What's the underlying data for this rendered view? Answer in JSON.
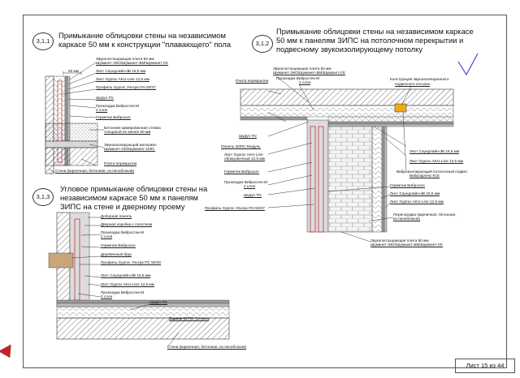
{
  "sheet": {
    "number_label": "Лист 15 из 44"
  },
  "annotation": {
    "mark": "V",
    "color": "#3a3ad8"
  },
  "colors": {
    "accent_red": "#c0232b",
    "hatch": "#333333",
    "insulation_fill": "#dcdcdc",
    "board": "#9a9a9a"
  },
  "detail_311": {
    "badge": "3,1,1",
    "title_line1": "Примыкание облицовки стены на независимом",
    "title_line2": "каркасе 50 мм к конструкции \"плавающего\" пола",
    "labels": [
      "Звукопоглощающая плита 50 мм",
      "Шуманет-ЭКО/Шуманет-БМ/Шуманет-СК",
      "Лист Саундлайн-dB 16,5 мм",
      "Лист Gyproc AKU-Line 12,5 мм",
      "Профиль Gyproc Ультра ПН 50/37",
      "Шуруп TN",
      "Прокладка Вибростек-М",
      "2 слоя",
      "Герметик Вибросил",
      "Бетонная армированная стяжка",
      "толщиной не менее 60 мм",
      "Звукоизолирующий материал",
      "Шуманет-100/Шуманет-100С",
      "Плита перекрытия",
      "Стена (кирпичная, бетонная, из пеноблоков)"
    ],
    "dim": "50 мм"
  },
  "detail_312": {
    "badge": "3,1,2",
    "title_line1": "Примыкание облицовки стены на независимом каркасе",
    "title_line2": "50 мм к панелям ЗИПС на потолочном перекрытии и",
    "title_line3": "подвесному звукоизолирующему потолку",
    "labels": [
      "Звукопоглощающая плита 50 мм",
      "Шуманет-ЭКО/Шуманет-БМ/Шуманет-СК",
      "Плита перекрытия",
      "Прокладка Вибростек-М",
      "2 слоя",
      "Конструкция звукоизоляционного",
      "подвесного потолка",
      "Шуруп TN",
      "Панель ЗИПС-Модуль",
      "Лист Gyproc AKU-Line",
      "облицовочный 12,5 мм",
      "Герметик Вибросил",
      "Прокладка Вибростек-М",
      "2 слоя",
      "Шуруп TN",
      "Профиль Gyproc Ультра ПН 50/37",
      "Лист Саундлайн-dB 16,5 мм",
      "Лист Gyproc AKU-Line 12,5 мм",
      "Виброизолирующий потолочный подвес",
      "Виброфлекс-К15",
      "Герметик Вибросил",
      "Лист Саундлайн-dB 16,5 мм",
      "Лист Gyproc AKU-Line 12,5 мм",
      "Перегородка (кирпичная, бетонная,",
      "из пеноблоков)",
      "Звукопоглощающая плита 50 мм",
      "Шуманет-ЭКО/Шуманет-БМ/Шуманет-СК"
    ]
  },
  "detail_313": {
    "badge": "3,1,3",
    "title_line1": "Угловое примыкание облицовки стены на",
    "title_line2": "независимом каркасе 50 мм к панелям",
    "title_line3": "ЗИПС на стене и дверному проему",
    "labels": [
      "Доборная панель",
      "Дверная коробка с полотном",
      "Прокладка Вибростек-М",
      "2 слоя",
      "Герметик Вибросил",
      "Деревянный брус",
      "Профиль Gyproc Ультра ПС 50/40",
      "Лист Саундлайн-dB 16,5 мм",
      "Лист Gyproc AKU-Line 12,5 мм",
      "Прокладка Вибростек-М",
      "2 слоя",
      "Шуруп TN",
      "Панель ЗИПС-Синема",
      "Стена (кирпичная, бетонная, из пеноблоков)"
    ]
  }
}
